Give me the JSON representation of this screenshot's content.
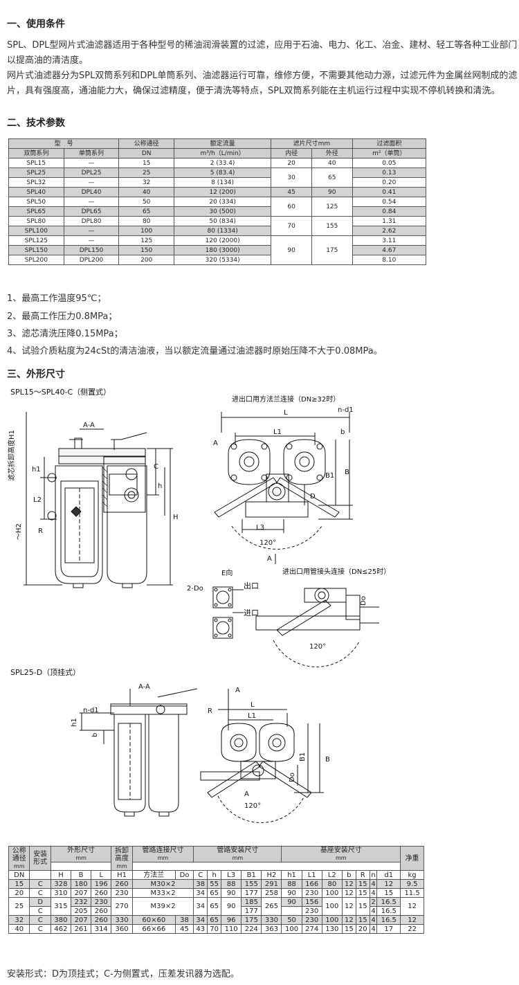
{
  "sections": {
    "s1": "一、使用条件",
    "s2": "二、技术参数",
    "s3": "三、外形尺寸"
  },
  "intro": {
    "p1_l1": "SPL、DPL型网片式油滤器适用于各种型号的稀油润滑装置的过滤，应用于石油、电力、化工、冶金、建材、轻工等各种工业部门",
    "p1_l2": "以提高油的清洁度。",
    "p2_l1": "网片式油滤器分为SPL双筒系列和DPL单筒系列、油滤器运行可靠，维修方便，不需要其他动力源，过滤元件为金属丝网制成的滤",
    "p2_l2": "片，具有强度高，通油能力大，确保过滤精度，便于清洗等特点，SPL双筒系列能在主机运行过程中实现不停机转换和清洗。"
  },
  "table1": {
    "h_model": "型　号",
    "h_dn": "公称通径",
    "h_dn2": "DN",
    "h_flow": "额定流量",
    "h_flow2": "m³/h（L/min）",
    "h_size": "滤片尺寸mm",
    "h_area": "过滤面积",
    "h_area2": "m²（单筒）",
    "h_double": "双筒系列",
    "h_single": "单筒系列",
    "h_inner": "内径",
    "h_outer": "外径",
    "rows": [
      {
        "d": "SPL15",
        "s": "—",
        "dn": "15",
        "flow": "2 (33.4)",
        "area": "0.05"
      },
      {
        "d": "SPL25",
        "s": "DPL25",
        "dn": "25",
        "flow": "5 (83.4)",
        "area": "0.13"
      },
      {
        "d": "SPL32",
        "s": "—",
        "dn": "32",
        "flow": "8 (134)",
        "area": "0.20"
      },
      {
        "d": "SPL40",
        "s": "DPL40",
        "dn": "40",
        "flow": "12 (200)",
        "area": "0.41"
      },
      {
        "d": "SPL50",
        "s": "—",
        "dn": "50",
        "flow": "20 (334)",
        "area": "0.54"
      },
      {
        "d": "SPL65",
        "s": "DPL65",
        "dn": "65",
        "flow": "30 (500)",
        "area": "0.84"
      },
      {
        "d": "SPL80",
        "s": "DPL80",
        "dn": "80",
        "flow": "50 (834)",
        "area": "1.31"
      },
      {
        "d": "SPL100",
        "s": "—",
        "dn": "100",
        "flow": "80 (1334)",
        "area": "2.62"
      },
      {
        "d": "SPL125",
        "s": "—",
        "dn": "125",
        "flow": "120 (2000)",
        "area": "3.11"
      },
      {
        "d": "SPL150",
        "s": "DPL150",
        "dn": "150",
        "flow": "180 (3000)",
        "area": "4.67"
      },
      {
        "d": "SPL200",
        "s": "DPL200",
        "dn": "200",
        "flow": "320 (5334)",
        "area": "8.10"
      }
    ],
    "sizes": [
      {
        "i": "20",
        "o": "40"
      },
      {
        "i": "30",
        "o": "65"
      },
      {
        "i": "45",
        "o": "90"
      },
      {
        "i": "60",
        "o": "125"
      },
      {
        "i": "70",
        "o": "155"
      },
      {
        "i": "90",
        "o": "175"
      }
    ]
  },
  "notes": {
    "n1": "1、最高工作温度95℃；",
    "n2": "2、最高工作压力0.8MPa；",
    "n3": "3、滤芯清洗压降0.15MPa；",
    "n4": "4、试验介质粘度为24cSt的清洁油液，当以额定流量通过油滤器时原始压降不大于0.08MPa。"
  },
  "drawings": {
    "title1": "SPL15～SPL40-C（侧置式）",
    "vlabel": "滤芯拆卸高度H1",
    "aa": "A-A",
    "h1": "h1",
    "l2": "L2",
    "r": "R",
    "h2": "～H2",
    "c": "C",
    "h": "h",
    "bigh": "H",
    "flange_title": "进出口用方法兰连接（DN≥32时）",
    "l": "L",
    "l1": "L1",
    "nd1": "n-d1",
    "b": "b",
    "a": "A",
    "b1": "B1",
    "bigb": "B",
    "d": "D",
    "l3": "L3",
    "deg120": "120°",
    "e_dir": "E向",
    "do2": "2-Do",
    "outlet": "出口",
    "inlet": "进口",
    "pipe_title": "进出口用管接头连接（DN≤25时）",
    "do": "Do",
    "title2": "SPL25-D（顶挂式）"
  },
  "table2": {
    "h_dn": [
      "公称",
      "通径",
      "mm"
    ],
    "h_install": [
      "安装",
      "形式"
    ],
    "h_outer": "外形尺寸",
    "h_mm": "mm",
    "h_remove": [
      "拆卸",
      "高度",
      "mm"
    ],
    "h_conn": "管路连接尺寸",
    "h_pipe": "管路安装尺寸",
    "h_base": "基座安装尺寸",
    "h_weight": "净重",
    "units": [
      "DN",
      "",
      "H",
      "B",
      "L",
      "H1",
      "方法兰",
      "Do",
      "C",
      "h",
      "L3",
      "B1",
      "H2",
      "h1",
      "L1",
      "L2",
      "b",
      "R",
      "n",
      "d1",
      "kg"
    ],
    "r15": [
      "15",
      "C",
      "328",
      "180",
      "196",
      "260",
      "M30×2",
      "38",
      "55",
      "88",
      "155",
      "291",
      "88",
      "166",
      "80",
      "12",
      "15",
      "4",
      "12",
      "9.5"
    ],
    "r20": [
      "20",
      "C",
      "310",
      "207",
      "260",
      "230",
      "M33×2",
      "34",
      "65",
      "90",
      "177",
      "258",
      "90",
      "230",
      "100",
      "12",
      "15",
      "4",
      "15",
      "11.5"
    ],
    "r25": {
      "dn": "25",
      "t1": "D",
      "t2": "C",
      "h": "315",
      "b1": "232",
      "b2": "205",
      "l1": "230",
      "l2": "260",
      "h1": "270",
      "conn": "M39×2",
      "c": "34",
      "hh": "65",
      "l3": "90",
      "bb1": "185",
      "bb2": "177",
      "h2": "265",
      "hh1": "90",
      "ll1a": "156",
      "ll1b": "230",
      "ll2": "100",
      "bb": "12",
      "r": "15",
      "na": "2",
      "nb": "4",
      "d1a": "16.5",
      "d1b": "16.5",
      "kg": "12"
    },
    "r32": [
      "32",
      "C",
      "380",
      "207",
      "260",
      "330",
      "60×60",
      "38",
      "34",
      "65",
      "96",
      "175",
      "330",
      "50",
      "230",
      "100",
      "12",
      "15",
      "4",
      "16.5",
      "12"
    ],
    "r40": [
      "40",
      "C",
      "462",
      "261",
      "314",
      "360",
      "66×66",
      "45",
      "43",
      "70",
      "110",
      "224",
      "363",
      "100",
      "274",
      "130",
      "15",
      "20",
      "4",
      "17",
      "22"
    ]
  },
  "footer": "安装形式：D为顶挂式；C-为侧置式，压差发讯器为选配。"
}
